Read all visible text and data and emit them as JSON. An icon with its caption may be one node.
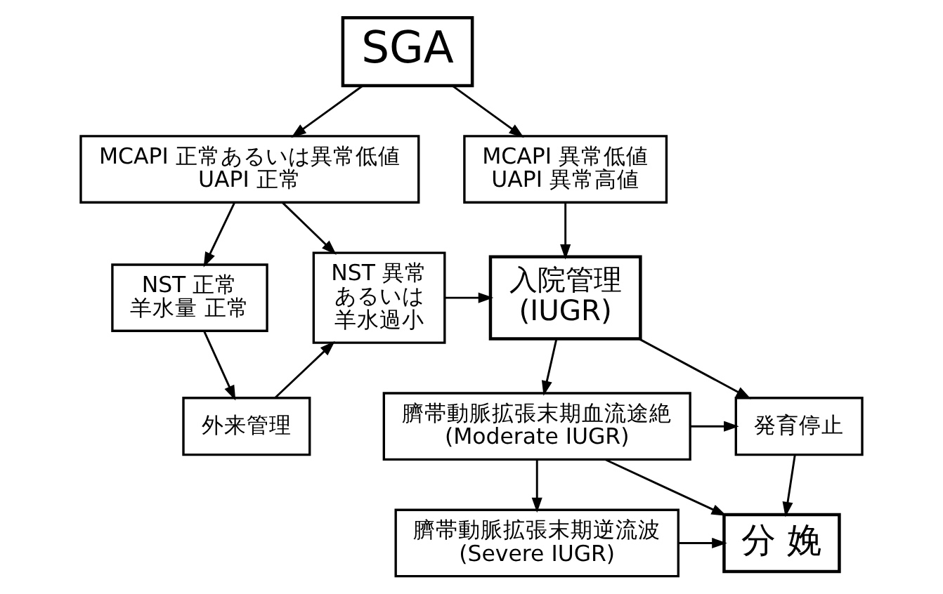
{
  "diagram": {
    "nodes": [
      {
        "text": [
          "SGA"
        ]
      },
      {
        "text": [
          "MCAPI 正常あるいは異常低値",
          "UAPI 正常"
        ]
      },
      {
        "text": [
          "MCAPI 異常低値",
          "UAPI 異常高値"
        ]
      },
      {
        "text": [
          "NST 正常",
          "羊水量 正常"
        ]
      },
      {
        "text": [
          "NST 異常",
          "あるいは",
          "羊水過小"
        ]
      },
      {
        "text": [
          "入院管理",
          "(IUGR)"
        ]
      },
      {
        "text": [
          "外来管理"
        ]
      },
      {
        "text": [
          "発育停止"
        ]
      },
      {
        "text": [
          "臍帯動脈拡張末期血流途絶",
          "(Moderate IUGR)"
        ]
      },
      {
        "text": [
          "分 娩"
        ]
      },
      {
        "text": [
          "臍帯動脈拡張末期逆流波",
          "(Severe IUGR)"
        ]
      }
    ],
    "edges": [
      {
        "from": 0,
        "to": 1,
        "arrow": "to"
      },
      {
        "from": 0,
        "to": 2,
        "arrow": "to"
      },
      {
        "from": 1,
        "to": 3,
        "arrow": "to"
      },
      {
        "from": 1,
        "to": 4,
        "arrow": "to"
      },
      {
        "from": 2,
        "to": 5,
        "arrow": "to"
      },
      {
        "from": 3,
        "to": 6,
        "arrow": "to"
      },
      {
        "from": 6,
        "to": 4,
        "arrow": "to"
      },
      {
        "from": 4,
        "to": 5,
        "arrow": "to"
      },
      {
        "from": 5,
        "to": 7,
        "arrow": "to"
      },
      {
        "from": 5,
        "to": 8,
        "arrow": "to"
      },
      {
        "from": 8,
        "to": 7,
        "arrow": "to"
      },
      {
        "from": 8,
        "to": 10,
        "arrow": "to"
      },
      {
        "from": 8,
        "to": 9,
        "arrow": "to"
      },
      {
        "from": 7,
        "to": 9,
        "arrow": "to"
      },
      {
        "from": 10,
        "to": 9,
        "arrow": "to"
      }
    ]
  }
}
